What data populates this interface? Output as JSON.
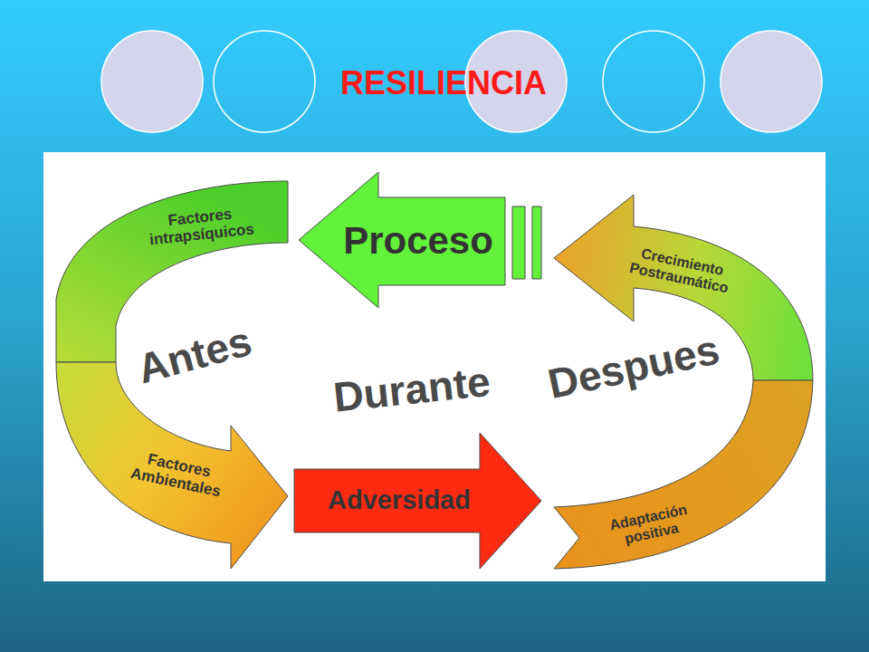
{
  "diagram": {
    "title": "RESILIENCIA",
    "nodes": [
      {
        "text": [
          "Factores intrapsíquicos"
        ]
      },
      {
        "text": [
          "Proceso"
        ]
      },
      {
        "text": [
          "Crecimiento Postraumático"
        ]
      },
      {
        "text": [
          "Factores Ambientales"
        ]
      },
      {
        "text": [
          "Adversidad"
        ]
      },
      {
        "text": [
          "Adaptación positiva"
        ]
      }
    ],
    "labels": [
      "Antes",
      "Durante",
      "Despues"
    ]
  }
}
